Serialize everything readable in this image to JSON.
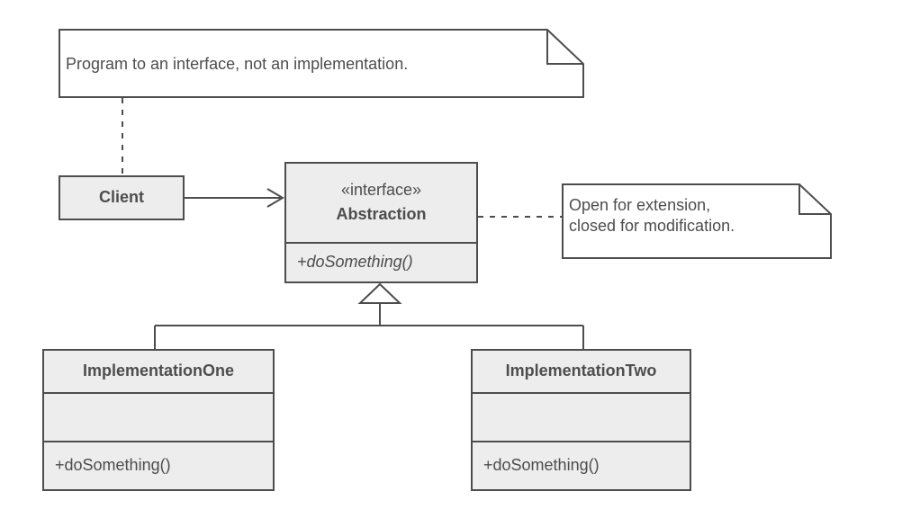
{
  "diagram": {
    "title": "Program to an interface UML class diagram",
    "type": "uml-class-diagram",
    "colors": {
      "background": "#ffffff",
      "class_fill": "#ededed",
      "note_fill": "#ffffff",
      "stroke": "#4d4d4d",
      "text": "#4d4d4d"
    },
    "notes": [
      {
        "id": "note-principle",
        "text": "Program to an interface, not an implementation.",
        "attached_to": "Client",
        "link": "dashed"
      },
      {
        "id": "note-ocp",
        "text": "Open for extension,\nclosed for modification.",
        "attached_to": "Abstraction",
        "link": "dashed"
      }
    ],
    "classes": [
      {
        "id": "client",
        "name": "Client",
        "stereotype": "",
        "attributes": [],
        "operations": [],
        "compartments": 1
      },
      {
        "id": "abstraction",
        "name": "Abstraction",
        "stereotype": "«interface»",
        "attributes": [],
        "operations": [
          "+doSomething()"
        ],
        "operations_italic": true,
        "compartments": 2
      },
      {
        "id": "implementation-one",
        "name": "ImplementationOne",
        "stereotype": "",
        "attributes": [],
        "operations": [
          "+doSomething()"
        ],
        "operations_italic": false,
        "compartments": 3
      },
      {
        "id": "implementation-two",
        "name": "ImplementationTwo",
        "stereotype": "",
        "attributes": [],
        "operations": [
          "+doSomething()"
        ],
        "operations_italic": false,
        "compartments": 3
      }
    ],
    "relationships": [
      {
        "id": "rel-client-abstraction",
        "from": "Client",
        "to": "Abstraction",
        "type": "association",
        "arrow": "open"
      },
      {
        "id": "rel-impl-one-abstraction",
        "from": "ImplementationOne",
        "to": "Abstraction",
        "type": "generalization",
        "arrow": "hollow-triangle"
      },
      {
        "id": "rel-impl-two-abstraction",
        "from": "ImplementationTwo",
        "to": "Abstraction",
        "type": "generalization",
        "arrow": "hollow-triangle"
      }
    ]
  }
}
